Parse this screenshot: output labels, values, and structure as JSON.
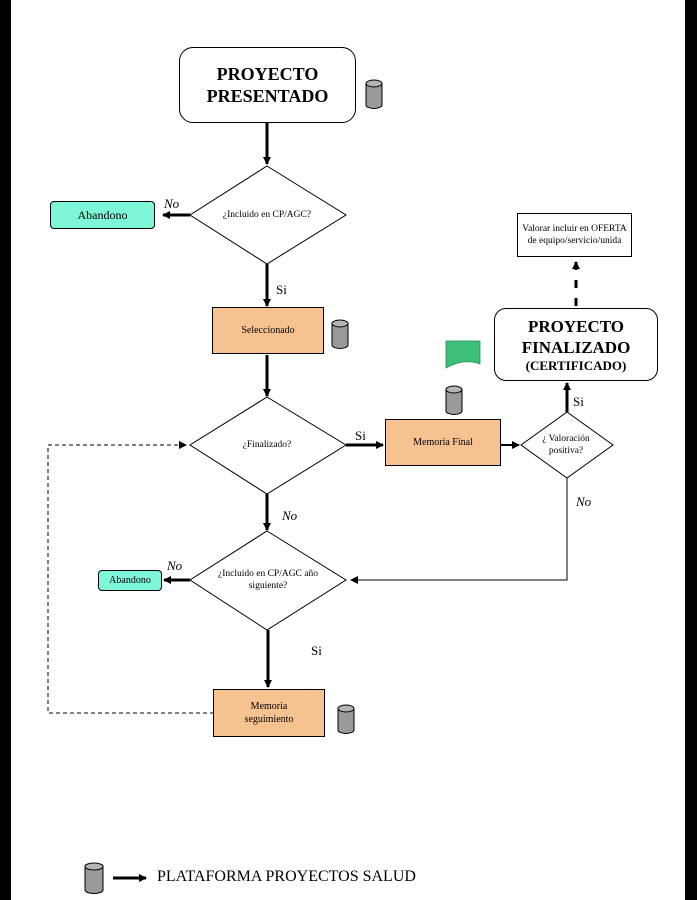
{
  "nodes": {
    "presentado": "PROYECTO PRESENTADO",
    "decision_cp": "¿Incluido en CP/AGC?",
    "abandono_1": "Abandono",
    "seleccionado": "Seleccionado",
    "decision_finalizado": "¿Finalizado?",
    "memoria_final": "Memoria Final",
    "decision_valoracion": "¿ Valoración positiva?",
    "finalizado_title": "PROYECTO FINALIZADO",
    "finalizado_sub": "(CERTIFICADO)",
    "valorar": "Valorar incluir en OFERTA de equipo/servicio/unida",
    "decision_siguiente": "¿Incluido en CP/AGC año siguiente?",
    "abandono_2": "Abandono",
    "memoria_seguimiento": "Memoria seguimiento"
  },
  "edge_labels": {
    "no_1": "No",
    "si_1": "Si",
    "si_2": "Si",
    "si_3": "Si",
    "no_2": "No",
    "no_3": "No",
    "no_4": "No",
    "si_4": "Si"
  },
  "legend": {
    "label": "PLATAFORMA PROYECTOS SALUD"
  },
  "colors": {
    "process_fill": "#f6c28f",
    "abandon_fill": "#7ef7d8",
    "document_fill": "#3dbf78",
    "database_fill": "#9a9a9a"
  }
}
